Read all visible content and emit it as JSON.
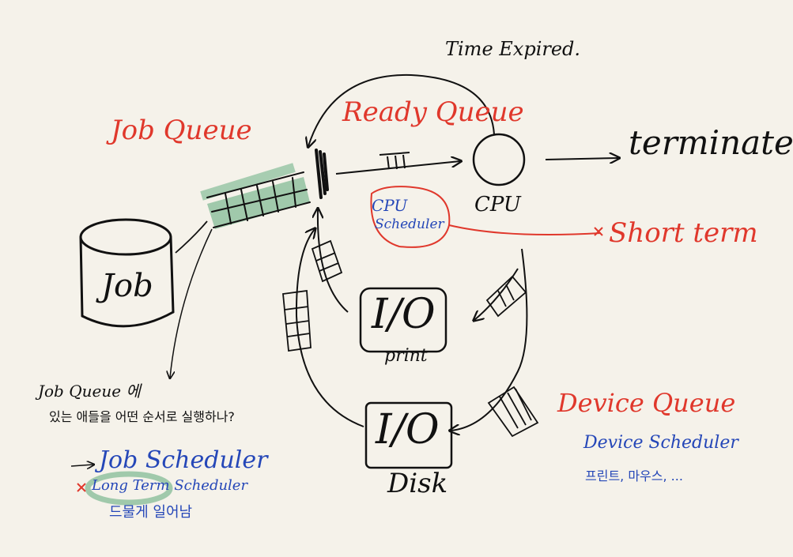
{
  "labels": {
    "time_expired": "Time Expired.",
    "ready_queue": "Ready Queue",
    "job_queue": "Job Queue",
    "terminated": "terminated",
    "cpu": "CPU",
    "cpu_scheduler_line1": "CPU",
    "cpu_scheduler_line2": "Scheduler",
    "short_term": "Short term",
    "job": "Job",
    "io": "I/O",
    "io_print": "I/O",
    "print": "print",
    "io_disk": "I/O",
    "disk": "Disk",
    "device_queue": "Device Queue",
    "device_scheduler": "Device Scheduler",
    "device_examples": "프린트, 마우스, ...",
    "note_line1": "Job Queue 에",
    "note_line2": "있는 애들을 어떤 순서로 실행하나?",
    "note_arrow_text": "Job Scheduler",
    "long_term": "Long Term Scheduler",
    "rarely_happens": "드물게 일어남"
  },
  "colors": {
    "ink": "#111111",
    "red": "#e0382c",
    "blue": "#2547b8",
    "green_highlight": "#5aa877",
    "paper": "#f5f2ea"
  }
}
